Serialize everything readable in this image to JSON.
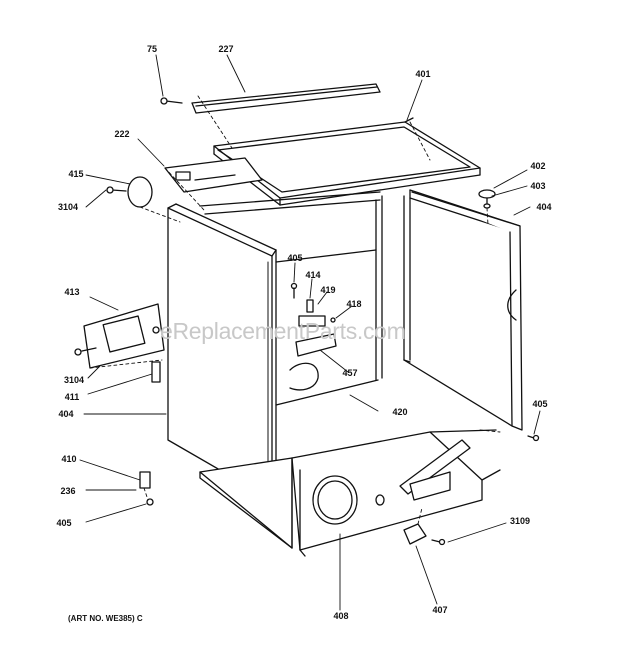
{
  "diagram": {
    "watermark": "eReplacementParts.com",
    "art_number": "(ART NO. WE385) C",
    "callouts": {
      "c75": "75",
      "c227": "227",
      "c401": "401",
      "c222": "222",
      "c415": "415",
      "c3104a": "3104",
      "c402": "402",
      "c403": "403",
      "c404a": "404",
      "c405a": "405",
      "c414": "414",
      "c419": "419",
      "c418": "418",
      "c413": "413",
      "c457": "457",
      "c3104b": "3104",
      "c411": "411",
      "c404b": "404",
      "c420": "420",
      "c405b": "405",
      "c410": "410",
      "c236": "236",
      "c405c": "405",
      "c3109": "3109",
      "c408": "408",
      "c407": "407"
    }
  }
}
